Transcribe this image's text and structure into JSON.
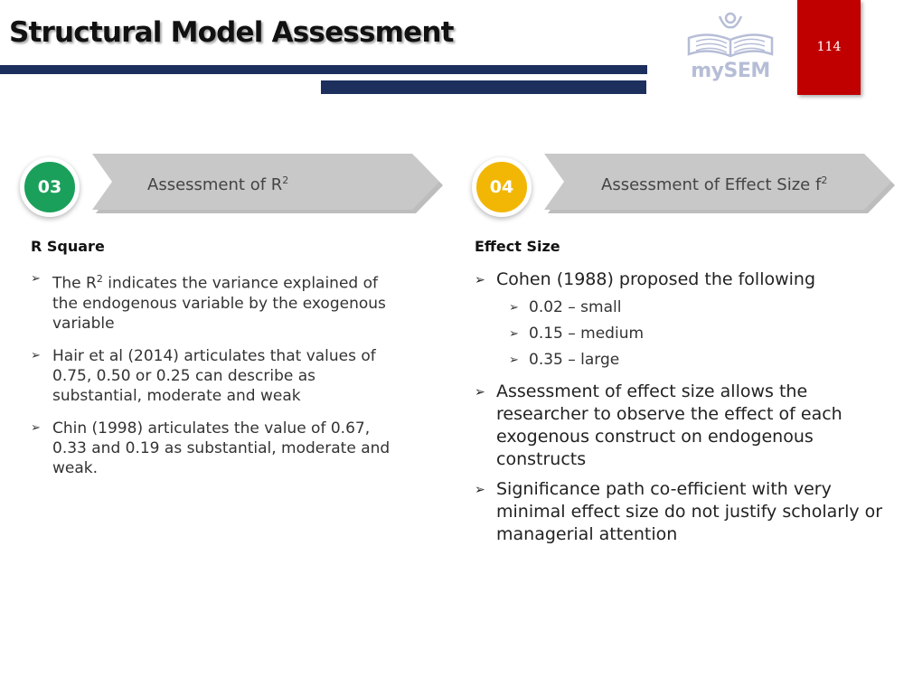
{
  "header": {
    "title": "Structural Model Assessment",
    "logo_text": "mySEM",
    "page_number": "114"
  },
  "colors": {
    "navy": "#1c2f5d",
    "red": "#c00000",
    "green": "#1aa05a",
    "yellow": "#f2b705",
    "chevron": "#c8c8c8"
  },
  "steps": [
    {
      "number": "03",
      "label": "Assessment of R",
      "label_sup": "2"
    },
    {
      "number": "04",
      "label": "Assessment of Effect Size f",
      "label_sup": "2"
    }
  ],
  "left": {
    "heading": "R Square",
    "bullets": [
      {
        "pre": "The R",
        "sup": "2",
        "post": " indicates the variance explained of the endogenous variable by the exogenous variable"
      },
      {
        "text": "Hair et al (2014) articulates that values of 0.75, 0.50 or 0.25 can describe as substantial, moderate and weak"
      },
      {
        "text": "Chin (1998) articulates the value of 0.67, 0.33 and 0.19 as substantial, moderate and weak."
      }
    ]
  },
  "right": {
    "heading": "Effect Size",
    "bullets": [
      {
        "text": "Cohen (1988) proposed the following",
        "sub": [
          "0.02 – small",
          "0.15 – medium",
          "0.35 – large"
        ]
      },
      {
        "text": "Assessment of effect size allows the researcher to observe the effect of each exogenous construct on endogenous constructs"
      },
      {
        "text": "Significance path co-efficient with very minimal effect size do not justify scholarly or managerial attention"
      }
    ]
  }
}
